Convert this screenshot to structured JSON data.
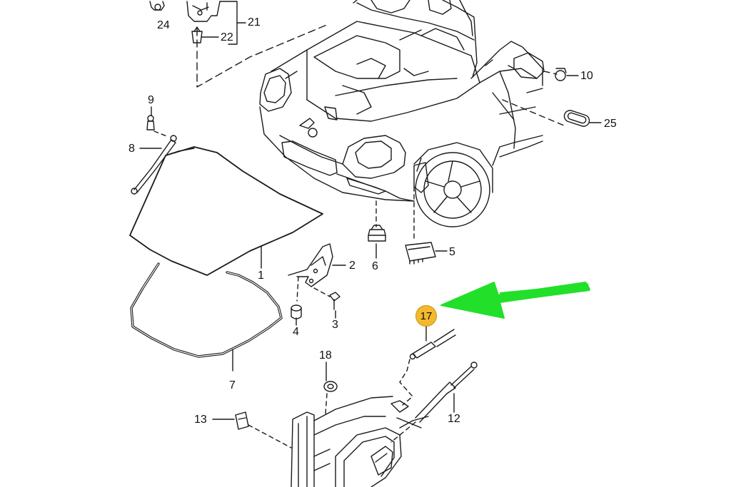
{
  "colors": {
    "line": "#1a1a1a",
    "highlight_badge": "#f2b92e",
    "arrow": "#22e02a"
  },
  "callouts": {
    "c1": "1",
    "c2": "2",
    "c3": "3",
    "c4": "4",
    "c5": "5",
    "c6": "6",
    "c7": "7",
    "c8": "8",
    "c9": "9",
    "c10": "10",
    "c12": "12",
    "c13": "13",
    "c17": "17",
    "c18": "18",
    "c21": "21",
    "c22": "22",
    "c24": "24",
    "c25": "25"
  }
}
